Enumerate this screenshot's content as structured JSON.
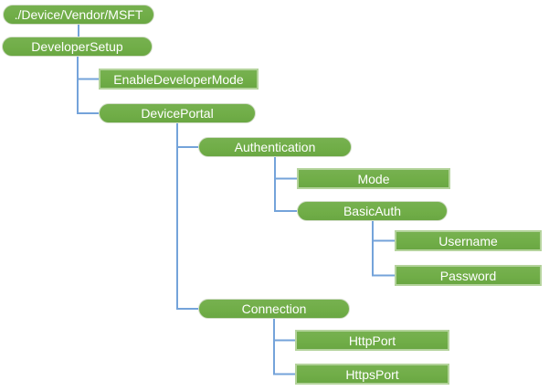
{
  "colors": {
    "background": "#ffffff",
    "node_fill": "#70ad47",
    "node_fill_light": "#77b150",
    "node_fill_dark": "#6aa743",
    "rect_border": "#b4d39c",
    "pill_border": "#d2ddc8",
    "connector": "#74a3da",
    "node_text": "#ffffff"
  },
  "diagram": {
    "type": "tree",
    "nodes": [
      {
        "id": "root",
        "label": "./Device/Vendor/MSFT",
        "shape": "rounded",
        "parent": null
      },
      {
        "id": "developer-setup",
        "label": "DeveloperSetup",
        "shape": "rounded",
        "parent": "root"
      },
      {
        "id": "enable-developer-mode",
        "label": "EnableDeveloperMode",
        "shape": "rectangle",
        "parent": "developer-setup"
      },
      {
        "id": "device-portal",
        "label": "DevicePortal",
        "shape": "rounded",
        "parent": "developer-setup"
      },
      {
        "id": "authentication",
        "label": "Authentication",
        "shape": "rounded",
        "parent": "device-portal"
      },
      {
        "id": "mode",
        "label": "Mode",
        "shape": "rectangle",
        "parent": "authentication"
      },
      {
        "id": "basic-auth",
        "label": "BasicAuth",
        "shape": "rounded",
        "parent": "authentication"
      },
      {
        "id": "username",
        "label": "Username",
        "shape": "rectangle",
        "parent": "basic-auth"
      },
      {
        "id": "password",
        "label": "Password",
        "shape": "rectangle",
        "parent": "basic-auth"
      },
      {
        "id": "connection",
        "label": "Connection",
        "shape": "rounded",
        "parent": "device-portal"
      },
      {
        "id": "http-port",
        "label": "HttpPort",
        "shape": "rectangle",
        "parent": "connection"
      },
      {
        "id": "https-port",
        "label": "HttpsPort",
        "shape": "rectangle",
        "parent": "connection"
      }
    ],
    "edges": [
      {
        "from": "root",
        "to": "developer-setup"
      },
      {
        "from": "developer-setup",
        "to": "enable-developer-mode"
      },
      {
        "from": "developer-setup",
        "to": "device-portal"
      },
      {
        "from": "device-portal",
        "to": "authentication"
      },
      {
        "from": "authentication",
        "to": "mode"
      },
      {
        "from": "authentication",
        "to": "basic-auth"
      },
      {
        "from": "basic-auth",
        "to": "username"
      },
      {
        "from": "basic-auth",
        "to": "password"
      },
      {
        "from": "device-portal",
        "to": "connection"
      },
      {
        "from": "connection",
        "to": "http-port"
      },
      {
        "from": "connection",
        "to": "https-port"
      }
    ]
  }
}
